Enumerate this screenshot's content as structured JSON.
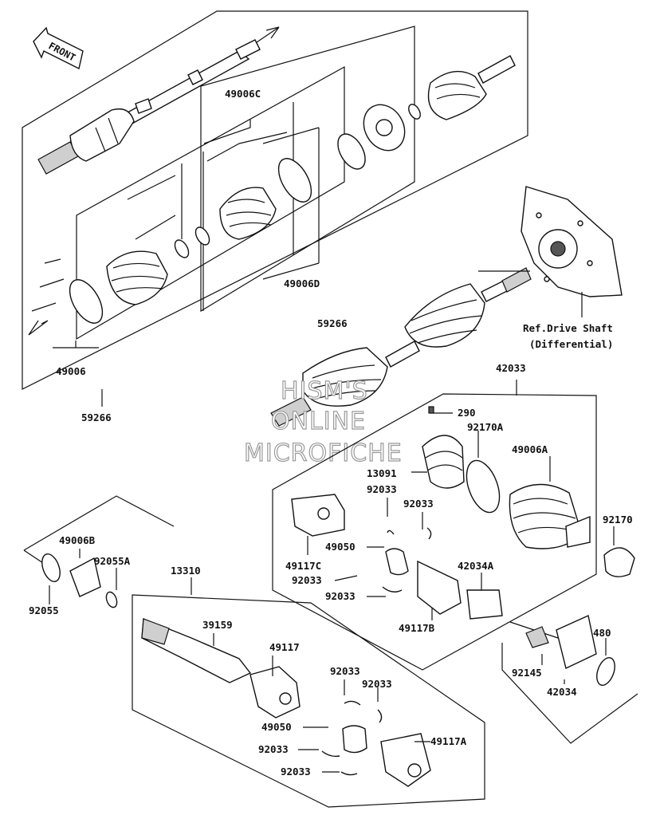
{
  "front_badge": "FRONT",
  "watermark": [
    "HISM'S",
    "ONLINE",
    "MICROFICHE"
  ],
  "reference": {
    "line1": "Ref.Drive Shaft",
    "line2": "(Differential)"
  },
  "labels": [
    {
      "id": "49006C",
      "text": "49006C"
    },
    {
      "id": "49006D",
      "text": "49006D"
    },
    {
      "id": "49006",
      "text": "49006"
    },
    {
      "id": "59266-a",
      "text": "59266"
    },
    {
      "id": "59266-b",
      "text": "59266"
    },
    {
      "id": "42033",
      "text": "42033"
    },
    {
      "id": "290",
      "text": "290"
    },
    {
      "id": "92170A",
      "text": "92170A"
    },
    {
      "id": "13091",
      "text": "13091"
    },
    {
      "id": "49006A",
      "text": "49006A"
    },
    {
      "id": "92033-1",
      "text": "92033"
    },
    {
      "id": "92033-2",
      "text": "92033"
    },
    {
      "id": "92170",
      "text": "92170"
    },
    {
      "id": "49050-a",
      "text": "49050"
    },
    {
      "id": "49117C",
      "text": "49117C"
    },
    {
      "id": "92033-3",
      "text": "92033"
    },
    {
      "id": "42034A",
      "text": "42034A"
    },
    {
      "id": "92033-4",
      "text": "92033"
    },
    {
      "id": "49117B",
      "text": "49117B"
    },
    {
      "id": "49006B",
      "text": "49006B"
    },
    {
      "id": "92055A",
      "text": "92055A"
    },
    {
      "id": "92055",
      "text": "92055"
    },
    {
      "id": "13310",
      "text": "13310"
    },
    {
      "id": "39159",
      "text": "39159"
    },
    {
      "id": "49117",
      "text": "49117"
    },
    {
      "id": "480",
      "text": "480"
    },
    {
      "id": "92145",
      "text": "92145"
    },
    {
      "id": "42034",
      "text": "42034"
    },
    {
      "id": "92033-5",
      "text": "92033"
    },
    {
      "id": "92033-6",
      "text": "92033"
    },
    {
      "id": "49050-b",
      "text": "49050"
    },
    {
      "id": "49117A",
      "text": "49117A"
    },
    {
      "id": "92033-7",
      "text": "92033"
    },
    {
      "id": "92033-8",
      "text": "92033"
    }
  ]
}
